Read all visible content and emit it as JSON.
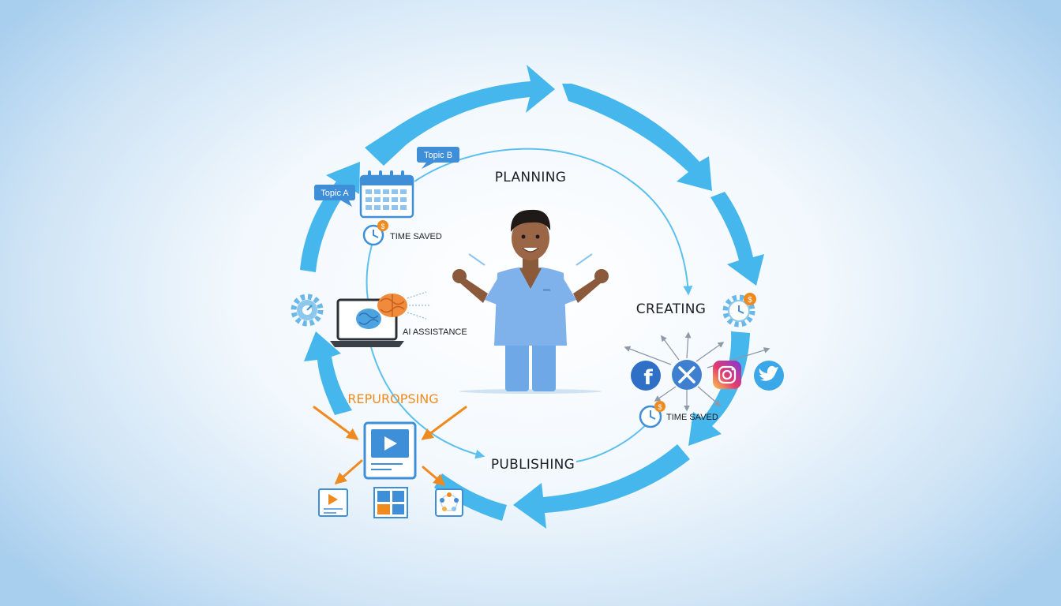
{
  "stages": {
    "planning": "PLANNING",
    "creating": "CREATING",
    "publishing": "PUBLISHING",
    "repurposing": "REPUROPSING"
  },
  "tags": {
    "topic_a": "Topic A",
    "topic_b": "Topic B"
  },
  "labels": {
    "time_saved_top": "TIME SAVED",
    "time_saved_right": "TIME SAVED",
    "ai_assistance": "AI ASSISTANCE"
  },
  "icons": {
    "calendar": "calendar-icon",
    "brain": "brain-icon",
    "laptop": "laptop-icon",
    "gear_left": "gear-icon",
    "gear_right": "gear-icon",
    "clock": "clock-icon",
    "coin": "coin-icon",
    "facebook": "facebook-icon",
    "x": "x-icon",
    "instagram": "instagram-icon",
    "twitter": "twitter-icon",
    "video_doc": "video-document-icon",
    "video_thumb": "video-thumbnail-icon",
    "grid": "grid-icon",
    "wheel": "color-wheel-icon",
    "person": "person-illustration"
  },
  "colors": {
    "cycle_arrow": "#45b7ec",
    "inner_circle": "#5cc0ef",
    "accent_orange": "#ef8a1f",
    "scrubs": "#7fb1ea",
    "tag_blue": "#3f8fd8"
  }
}
